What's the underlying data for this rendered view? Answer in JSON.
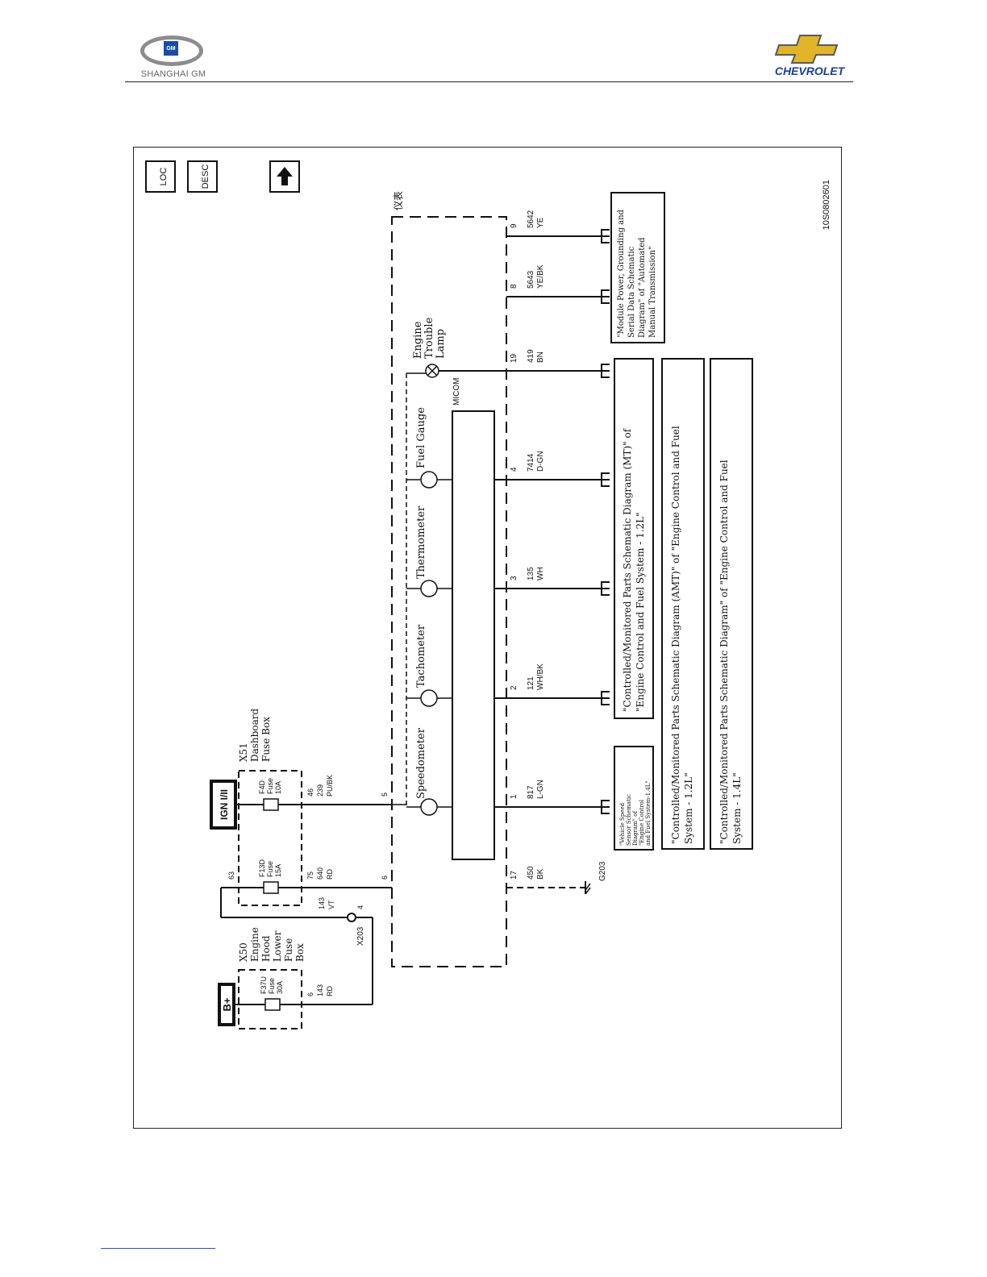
{
  "header": {
    "gm_logo_text": "SHANGHAI GM",
    "gm_badge": "GM",
    "chevrolet_logo_text": "CHEVROLET"
  },
  "diagram": {
    "doc_id": "10S0802601",
    "nav": {
      "loc": "LOC",
      "desc": "DESC"
    },
    "cluster_label": "仪表",
    "micom_label": "MICOM",
    "power_b": "B+",
    "power_ign": "IGN I/II",
    "x50": {
      "name": "X50",
      "l1": "Engine",
      "l2": "Hood",
      "l3": "Lower",
      "l4": "Fuse",
      "l5": "Box",
      "fuse": "F37U",
      "fuse_word": "Fuse",
      "rating": "30A"
    },
    "x51": {
      "name": "X51",
      "l1": "Dashboard",
      "l2": "Fuse Box",
      "fuse": "F4D",
      "fuse_word": "Fuse",
      "rating": "10A"
    },
    "f13d": {
      "fuse": "F13D",
      "fuse_word": "Fuse",
      "rating": "15A"
    },
    "x203": {
      "name": "X203",
      "pin": "4"
    },
    "g203": "G203",
    "wires": {
      "w143rd": {
        "pin": "6",
        "circuit": "143",
        "color": "RD"
      },
      "w143vt": {
        "circuit": "143",
        "color": "VT"
      },
      "w640": {
        "pin_top": "63",
        "pin": "75",
        "circuit": "640",
        "color": "RD"
      },
      "w239": {
        "pin": "46",
        "circuit": "239",
        "color": "PU/BK"
      },
      "c6": "6",
      "c5": "5",
      "p17": {
        "pin": "17",
        "circuit": "450",
        "color": "BK"
      },
      "p1": {
        "pin": "1",
        "circuit": "817",
        "color": "L-GN"
      },
      "p2": {
        "pin": "2",
        "circuit": "121",
        "color": "WH/BK"
      },
      "p3": {
        "pin": "3",
        "circuit": "135",
        "color": "WH"
      },
      "p4": {
        "pin": "4",
        "circuit": "7414",
        "color": "D-GN"
      },
      "p19": {
        "pin": "19",
        "circuit": "419",
        "color": "BN"
      },
      "p8": {
        "pin": "8",
        "circuit": "5643",
        "color": "YE/BK"
      },
      "p9": {
        "pin": "9",
        "circuit": "5642",
        "color": "YE"
      }
    },
    "gauges": {
      "speedometer": "Speedometer",
      "tachometer": "Tachometer",
      "thermometer": "Thermometer",
      "fuel": "Fuel Gauge"
    },
    "lamp": {
      "l1": "Engine",
      "l2": "Trouble",
      "l3": "Lamp"
    },
    "refs": {
      "vss": [
        "\"Vehicle Speed",
        "Sensor Schematic",
        "Diagram\" of",
        "\"Engine Control",
        "and Fuel System-1.4L\""
      ],
      "ecm12": [
        "\"Controlled/Monitored Parts Schematic  Diagram (MT)\" of",
        "\"Engine Control and Fuel System - 1.2L\""
      ],
      "amt": [
        "\"Controlled/Monitored Parts Schematic Diagram (AMT)\" of \"Engine Control and Fuel",
        "System - 1.2L\""
      ],
      "ecm14": [
        "\"Controlled/Monitored Parts Schematic Diagram\" of  \"Engine Control and Fuel",
        "System - 1.4L\""
      ],
      "module": [
        "\"Module Power, Grounding and",
        "Serial Data Schematic",
        "Diagram\" of \"Automated",
        "Manual Transmission\""
      ]
    }
  }
}
